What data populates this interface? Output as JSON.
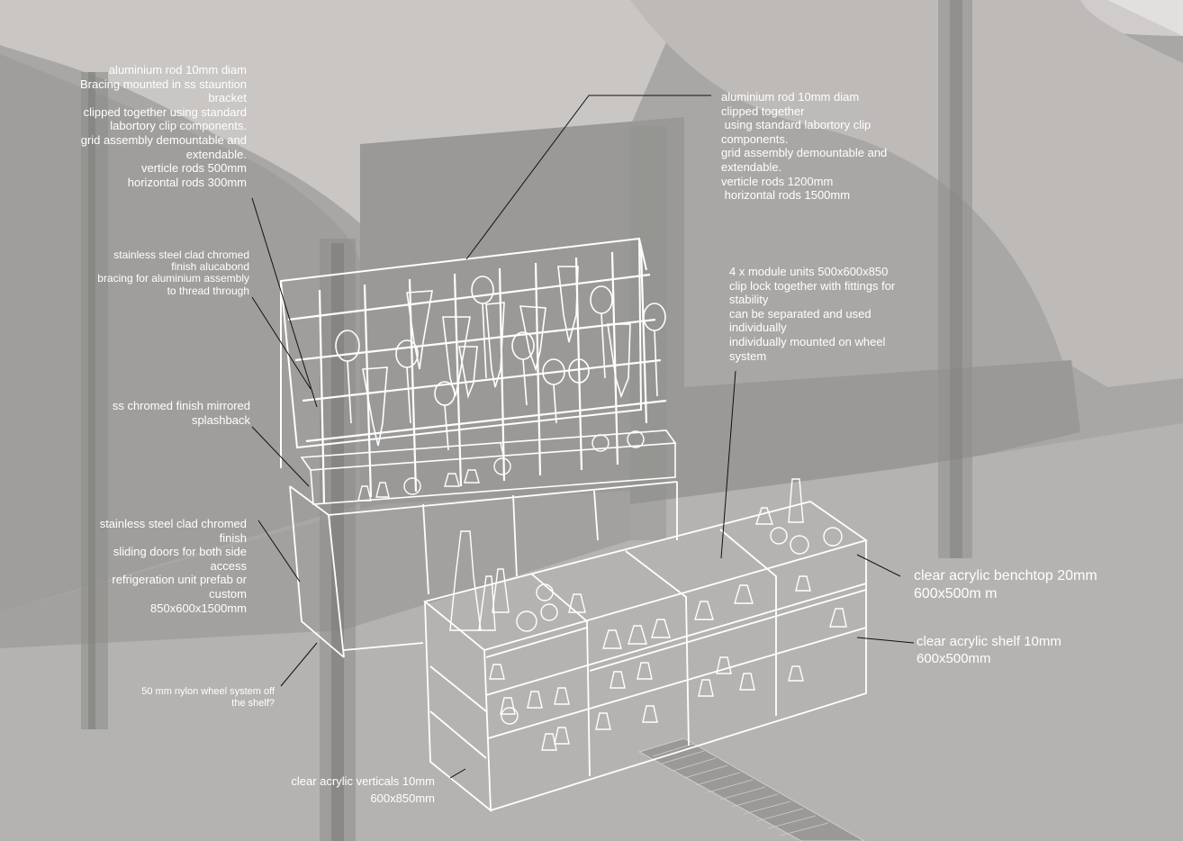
{
  "annotations": {
    "rod_grid_left": [
      "aluminium rod 10mm diam",
      "Bracing mounted in ss stauntion",
      "bracket",
      "clipped together using standard",
      "labortory clip components.",
      "grid assembly demountable and",
      "extendable.",
      "verticle rods 500mm",
      "horizontal rods 300mm"
    ],
    "rod_grid_right": [
      "aluminium rod 10mm diam",
      "clipped together",
      " using standard labortory clip",
      "components.",
      "grid assembly demountable and",
      "extendable.",
      "verticle rods 1200mm",
      " horizontal rods 1500mm"
    ],
    "bracing": [
      "stainless steel clad chromed",
      "finish alucabond",
      "bracing for aluminium assembly",
      "to thread through"
    ],
    "splashback": [
      "ss chromed finish mirrored",
      "splashback"
    ],
    "module_units": [
      "4 x module units 500x600x850",
      "clip lock together with fittings for",
      "stability",
      "can be separated and used",
      "individually",
      "individually mounted on wheel",
      "system"
    ],
    "cabinet": [
      "stainless steel clad chromed",
      "finish",
      "sliding doors for both side",
      "access",
      "refrigeration unit prefab or",
      "custom",
      "850x600x1500mm"
    ],
    "benchtop": [
      "clear acrylic benchtop 20mm",
      "600x500m m"
    ],
    "shelf": [
      "clear acrylic shelf 10mm",
      "600x500mm"
    ],
    "wheels": [
      "50 mm nylon wheel system off",
      "the shelf?"
    ],
    "verticals": [
      "clear acrylic verticals 10mm",
      "600x850mm"
    ]
  }
}
